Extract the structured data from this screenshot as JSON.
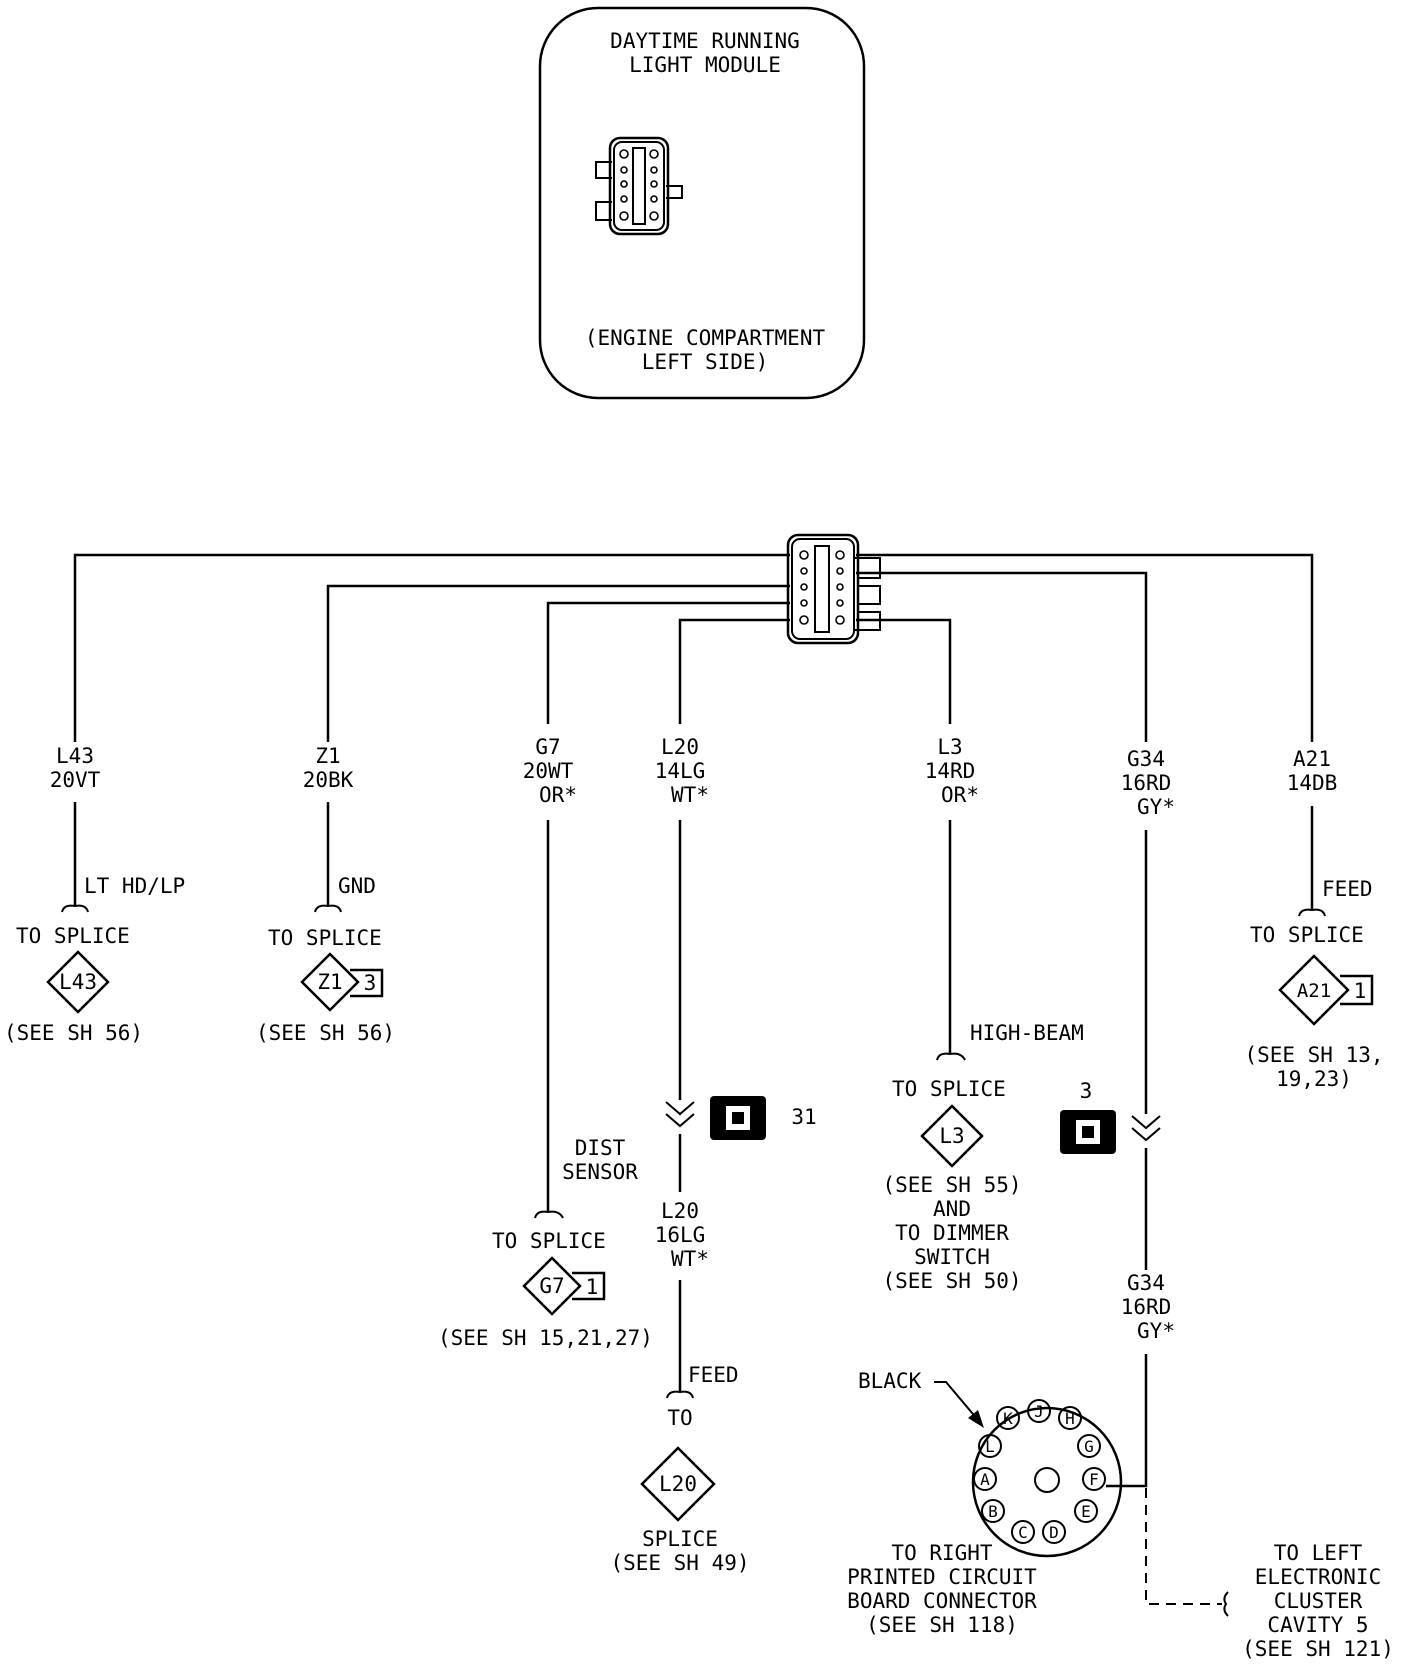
{
  "module": {
    "title": [
      "DAYTIME RUNNING",
      "LIGHT MODULE"
    ],
    "location": [
      "(ENGINE COMPARTMENT",
      "LEFT SIDE)"
    ]
  },
  "wires": {
    "l43": {
      "code": "L43",
      "gauge": "20VT",
      "circuit": "LT HD/LP",
      "dest": "TO SPLICE",
      "splice": "L43",
      "ref": "(SEE SH 56)"
    },
    "z1": {
      "code": "Z1",
      "gauge": "20BK",
      "circuit": "GND",
      "dest": "TO SPLICE",
      "splice": "Z1",
      "splice_num": "3",
      "ref": "(SEE SH 56)"
    },
    "g7": {
      "code": "G7",
      "gauge": "20WT",
      "tracer": "OR*",
      "circuit": [
        "DIST",
        "SENSOR"
      ],
      "dest": "TO SPLICE",
      "splice": "G7",
      "splice_num": "1",
      "ref": "(SEE SH 15,21,27)"
    },
    "l20": {
      "code": "L20",
      "gauge": "14LG",
      "tracer": "WT*",
      "connector_num": "31",
      "code2": "L20",
      "gauge2": "16LG",
      "tracer2": "WT*",
      "circuit": "FEED",
      "dest": "TO",
      "splice": "L20",
      "ref": [
        "SPLICE",
        "(SEE SH 49)"
      ]
    },
    "l3": {
      "code": "L3",
      "gauge": "14RD",
      "tracer": "OR*",
      "circuit": "HIGH-BEAM",
      "dest": "TO SPLICE",
      "splice": "L3",
      "ref": [
        "(SEE SH 55)",
        "AND",
        "TO DIMMER",
        "SWITCH",
        "(SEE SH 50)"
      ]
    },
    "g34": {
      "code": "G34",
      "gauge": "16RD",
      "tracer": "GY*",
      "connector_num": "3",
      "code2": "G34",
      "gauge2": "16RD",
      "tracer2": "GY*"
    },
    "a21": {
      "code": "A21",
      "gauge": "14DB",
      "circuit": "FEED",
      "dest": "TO SPLICE",
      "splice": "A21",
      "splice_num": "1",
      "ref": [
        "(SEE SH 13,",
        "19,23)"
      ]
    }
  },
  "round_connector": {
    "color_label": "BLACK",
    "cavities": [
      "K",
      "J",
      "H",
      "L",
      "G",
      "A",
      "F",
      "B",
      "E",
      "C",
      "D"
    ],
    "label": [
      "TO RIGHT",
      "PRINTED CIRCUIT",
      "BOARD CONNECTOR",
      "(SEE SH 118)"
    ]
  },
  "left_cluster": [
    "TO LEFT",
    "ELECTRONIC",
    "CLUSTER",
    "CAVITY 5",
    "(SEE SH 121)"
  ]
}
